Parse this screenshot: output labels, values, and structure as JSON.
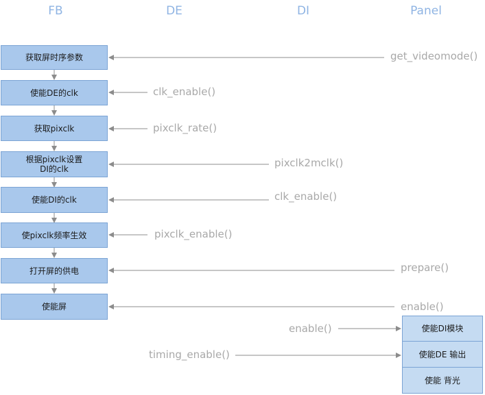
{
  "headers": {
    "fb": "FB",
    "de": "DE",
    "di": "DI",
    "panel": "Panel"
  },
  "fb_boxes": [
    "获取屏时序参数",
    "使能DE的clk",
    "获取pixclk",
    "根据pixclk设置\nDI的clk",
    "使能DI的clk",
    "使pixclk频率生效",
    "打开屏的供电",
    "使能屏"
  ],
  "calls": [
    "get_videomode()",
    "clk_enable()",
    "pixclk_rate()",
    "pixclk2mclk()",
    "clk_enable()",
    "pixclk_enable()",
    "prepare()",
    "enable()",
    "enable()",
    "timing_enable()"
  ],
  "panel_boxes": [
    "使能DI模块",
    "使能DE 输出",
    "使能 背光"
  ],
  "colors": {
    "box_fill": "#a9c8ec",
    "panel_fill": "#c5dbf2",
    "arrow": "#8c8c8c",
    "label": "#a8a8a8",
    "header": "#8fb4e3"
  }
}
